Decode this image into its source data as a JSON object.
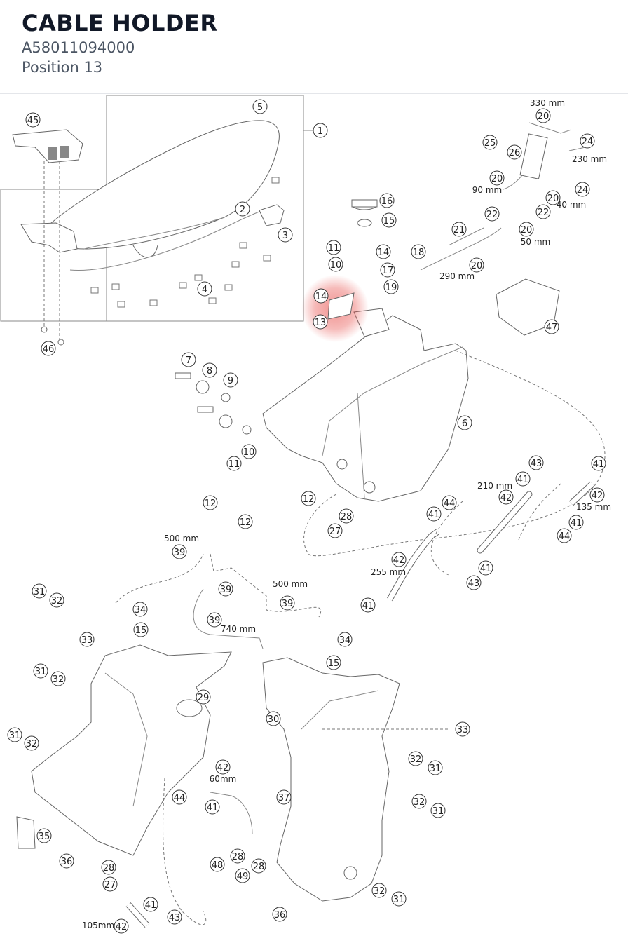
{
  "header": {
    "title": "CABLE HOLDER",
    "part_number": "A58011094000",
    "position": "Position 13"
  },
  "highlight": {
    "color": "#e53935",
    "label": "13"
  },
  "callouts": {
    "c45": "45",
    "c5": "5",
    "c1": "1",
    "c2": "2",
    "c3": "3",
    "c4": "4",
    "c46": "46",
    "c20a": "20",
    "c24a": "24",
    "c25": "25",
    "c26": "26",
    "c20b": "20",
    "c24b": "24",
    "c20c": "20",
    "c22a": "22",
    "c22b": "22",
    "c20d": "20",
    "c21": "21",
    "c20e": "20",
    "c16": "16",
    "c15a": "15",
    "c11a": "11",
    "c10a": "10",
    "c14a": "14",
    "c17": "17",
    "c18": "18",
    "c19": "19",
    "c14b": "14",
    "c13": "13",
    "c47": "47",
    "c7": "7",
    "c8": "8",
    "c9": "9",
    "c6": "6",
    "c10b": "10",
    "c11b": "11",
    "c12a": "12",
    "c12b": "12",
    "c12c": "12",
    "c28a": "28",
    "c27a": "27",
    "c43a": "43",
    "c41a": "41",
    "c41b": "41",
    "c42a": "42",
    "c44a": "44",
    "c41c": "41",
    "c42b": "42",
    "c41d": "41",
    "c44b": "44",
    "c42c": "42",
    "c41e": "41",
    "c43b": "43",
    "c39a": "39",
    "c39b": "39",
    "c39c": "39",
    "c39d": "39",
    "c31a": "31",
    "c32a": "32",
    "c34a": "34",
    "c15b": "15",
    "c33a": "33",
    "c31b": "31",
    "c32b": "32",
    "c41f": "41",
    "c34b": "34",
    "c15c": "15",
    "c29": "29",
    "c30": "30",
    "c33b": "33",
    "c31c": "31",
    "c32c": "32",
    "c32d": "32",
    "c31d": "31",
    "c32e": "32",
    "c31e": "31",
    "c42d": "42",
    "c44c": "44",
    "c41g": "41",
    "c37": "37",
    "c35": "35",
    "c36a": "36",
    "c28b": "28",
    "c27b": "27",
    "c48": "48",
    "c28c": "28",
    "c49": "49",
    "c28d": "28",
    "c41h": "41",
    "c42e": "42",
    "c43c": "43",
    "c36b": "36",
    "c32f": "32",
    "c31f": "31"
  },
  "dimensions": {
    "d330": "330 mm",
    "d230": "230 mm",
    "d90": "90 mm",
    "d40": "40 mm",
    "d50": "50 mm",
    "d290": "290 mm",
    "d210": "210 mm",
    "d135": "135 mm",
    "d255": "255 mm",
    "d500a": "500 mm",
    "d500b": "500 mm",
    "d740": "740 mm",
    "d60": "60mm",
    "d105": "105mm"
  }
}
